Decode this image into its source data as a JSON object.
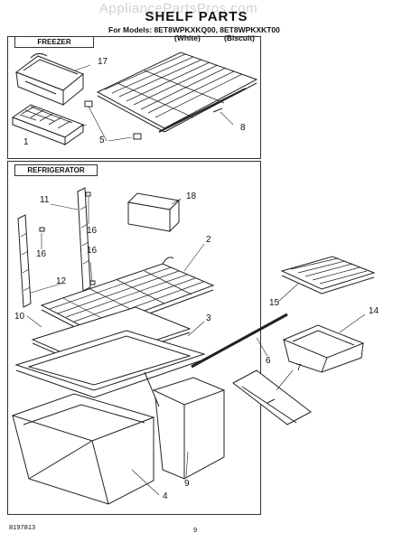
{
  "watermark": "AppliancePartsPros.com",
  "header": {
    "title": "SHELF PARTS",
    "models": "For Models: 8ET8WPKXKQ00, 8ET8WPKXKT00",
    "white": "(White)",
    "biscuit": "(Biscuit)"
  },
  "sections": {
    "freezer": "FREEZER",
    "refrigerator": "REFRIGERATOR"
  },
  "callouts": {
    "c17": "17",
    "c1": "1",
    "c5": "5",
    "c8": "8",
    "c18": "18",
    "c11": "11",
    "c16a": "16",
    "c16b": "16",
    "c16c": "16",
    "c2": "2",
    "c12": "12",
    "c15": "15",
    "c14": "14",
    "c10": "10",
    "c3": "3",
    "c6": "6",
    "c7": "7",
    "c4": "4",
    "c9": "9"
  },
  "footer": {
    "doc_number": "8197813",
    "page": "9"
  },
  "colors": {
    "ink": "#222222",
    "watermark": "#d2d2d2"
  }
}
